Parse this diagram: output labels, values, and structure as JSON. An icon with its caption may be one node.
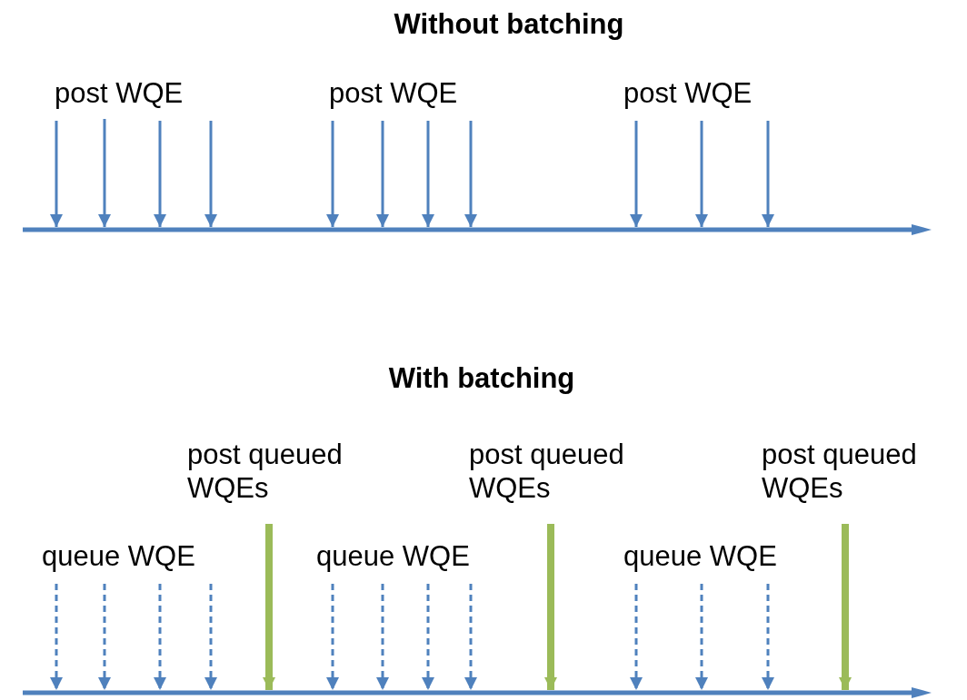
{
  "diagram": {
    "nodes": [
      {
        "text": [],
        "shape": "bar"
      },
      {
        "text": [],
        "shape": "bar"
      }
    ],
    "edges": [
      {
        "from": null,
        "to": 0,
        "arrow": "to"
      },
      {
        "from": null,
        "to": 0,
        "arrow": "to"
      },
      {
        "from": null,
        "to": 0,
        "arrow": "to"
      },
      {
        "from": null,
        "to": 0,
        "arrow": "to"
      },
      {
        "from": null,
        "to": 0,
        "arrow": "to"
      },
      {
        "from": null,
        "to": 0,
        "arrow": "to"
      },
      {
        "from": null,
        "to": 0,
        "arrow": "to"
      },
      {
        "from": null,
        "to": 0,
        "arrow": "to"
      },
      {
        "from": null,
        "to": 0,
        "arrow": "to"
      },
      {
        "from": null,
        "to": 0,
        "arrow": "to"
      },
      {
        "from": null,
        "to": 0,
        "arrow": "to"
      },
      {
        "from": null,
        "to": 1,
        "arrow": "to",
        "style": "dashed"
      },
      {
        "from": null,
        "to": 1,
        "arrow": "to",
        "style": "dashed"
      },
      {
        "from": null,
        "to": 1,
        "arrow": "to",
        "style": "dashed"
      },
      {
        "from": null,
        "to": 1,
        "arrow": "to",
        "style": "dashed"
      },
      {
        "from": null,
        "to": 1,
        "arrow": "to",
        "style": "thick",
        "color": "#9bbb59"
      },
      {
        "from": null,
        "to": 1,
        "arrow": "to",
        "style": "dashed"
      },
      {
        "from": null,
        "to": 1,
        "arrow": "to",
        "style": "dashed"
      },
      {
        "from": null,
        "to": 1,
        "arrow": "to",
        "style": "dashed"
      },
      {
        "from": null,
        "to": 1,
        "arrow": "to",
        "style": "dashed"
      },
      {
        "from": null,
        "to": 1,
        "arrow": "to",
        "style": "thick",
        "color": "#9bbb59"
      },
      {
        "from": null,
        "to": 1,
        "arrow": "to",
        "style": "dashed"
      },
      {
        "from": null,
        "to": 1,
        "arrow": "to",
        "style": "dashed"
      },
      {
        "from": null,
        "to": 1,
        "arrow": "to",
        "style": "dashed"
      },
      {
        "from": null,
        "to": 1,
        "arrow": "to",
        "style": "thick",
        "color": "#9bbb59"
      }
    ],
    "labels": [
      "Without batching",
      "post WQE",
      "post WQE",
      "post WQE",
      "With batching",
      "post queued WQEs",
      "post queued WQEs",
      "post queued WQEs",
      "queue WQE",
      "queue WQE",
      "queue WQE"
    ]
  }
}
